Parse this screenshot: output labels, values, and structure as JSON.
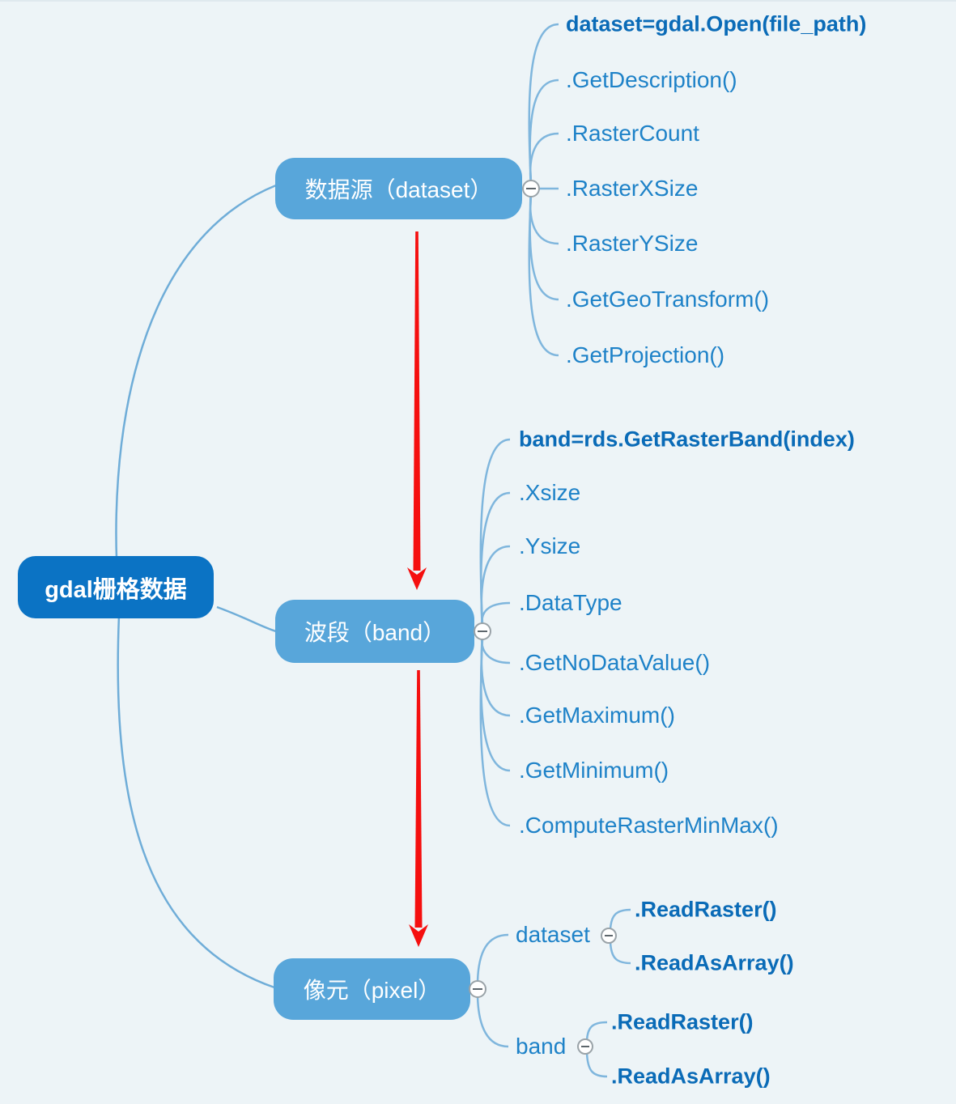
{
  "root": {
    "label": "gdal栅格数据"
  },
  "branches": [
    {
      "label": "数据源（dataset）",
      "children": [
        {
          "label": "dataset=gdal.Open(file_path)",
          "bold": true
        },
        {
          "label": ".GetDescription()",
          "bold": false
        },
        {
          "label": ".RasterCount",
          "bold": false
        },
        {
          "label": ".RasterXSize",
          "bold": false
        },
        {
          "label": ".RasterYSize",
          "bold": false
        },
        {
          "label": ".GetGeoTransform()",
          "bold": false
        },
        {
          "label": ".GetProjection()",
          "bold": false
        }
      ]
    },
    {
      "label": "波段（band）",
      "children": [
        {
          "label": "band=rds.GetRasterBand(index)",
          "bold": true
        },
        {
          "label": ".Xsize",
          "bold": false
        },
        {
          "label": ".Ysize",
          "bold": false
        },
        {
          "label": ".DataType",
          "bold": false
        },
        {
          "label": ".GetNoDataValue()",
          "bold": false
        },
        {
          "label": ".GetMaximum()",
          "bold": false
        },
        {
          "label": ".GetMinimum()",
          "bold": false
        },
        {
          "label": ".ComputeRasterMinMax()",
          "bold": false
        }
      ]
    },
    {
      "label": "像元（pixel）",
      "children": [
        {
          "label": "dataset",
          "children": [
            {
              "label": ".ReadRaster()",
              "bold": true
            },
            {
              "label": ".ReadAsArray()",
              "bold": true
            }
          ]
        },
        {
          "label": "band",
          "children": [
            {
              "label": ".ReadRaster()",
              "bold": true
            },
            {
              "label": ".ReadAsArray()",
              "bold": true
            }
          ]
        }
      ]
    }
  ],
  "colors": {
    "background": "#edf4f7",
    "root_fill": "#0b73c4",
    "branch_fill": "#58a6da",
    "node_text": "#ffffff",
    "child_text": "#1e82c8",
    "child_text_bold": "#0a6bb7",
    "connector": "#7fb6dd",
    "root_connector": "#6fadd8",
    "arrow_red": "#f50f0f"
  }
}
